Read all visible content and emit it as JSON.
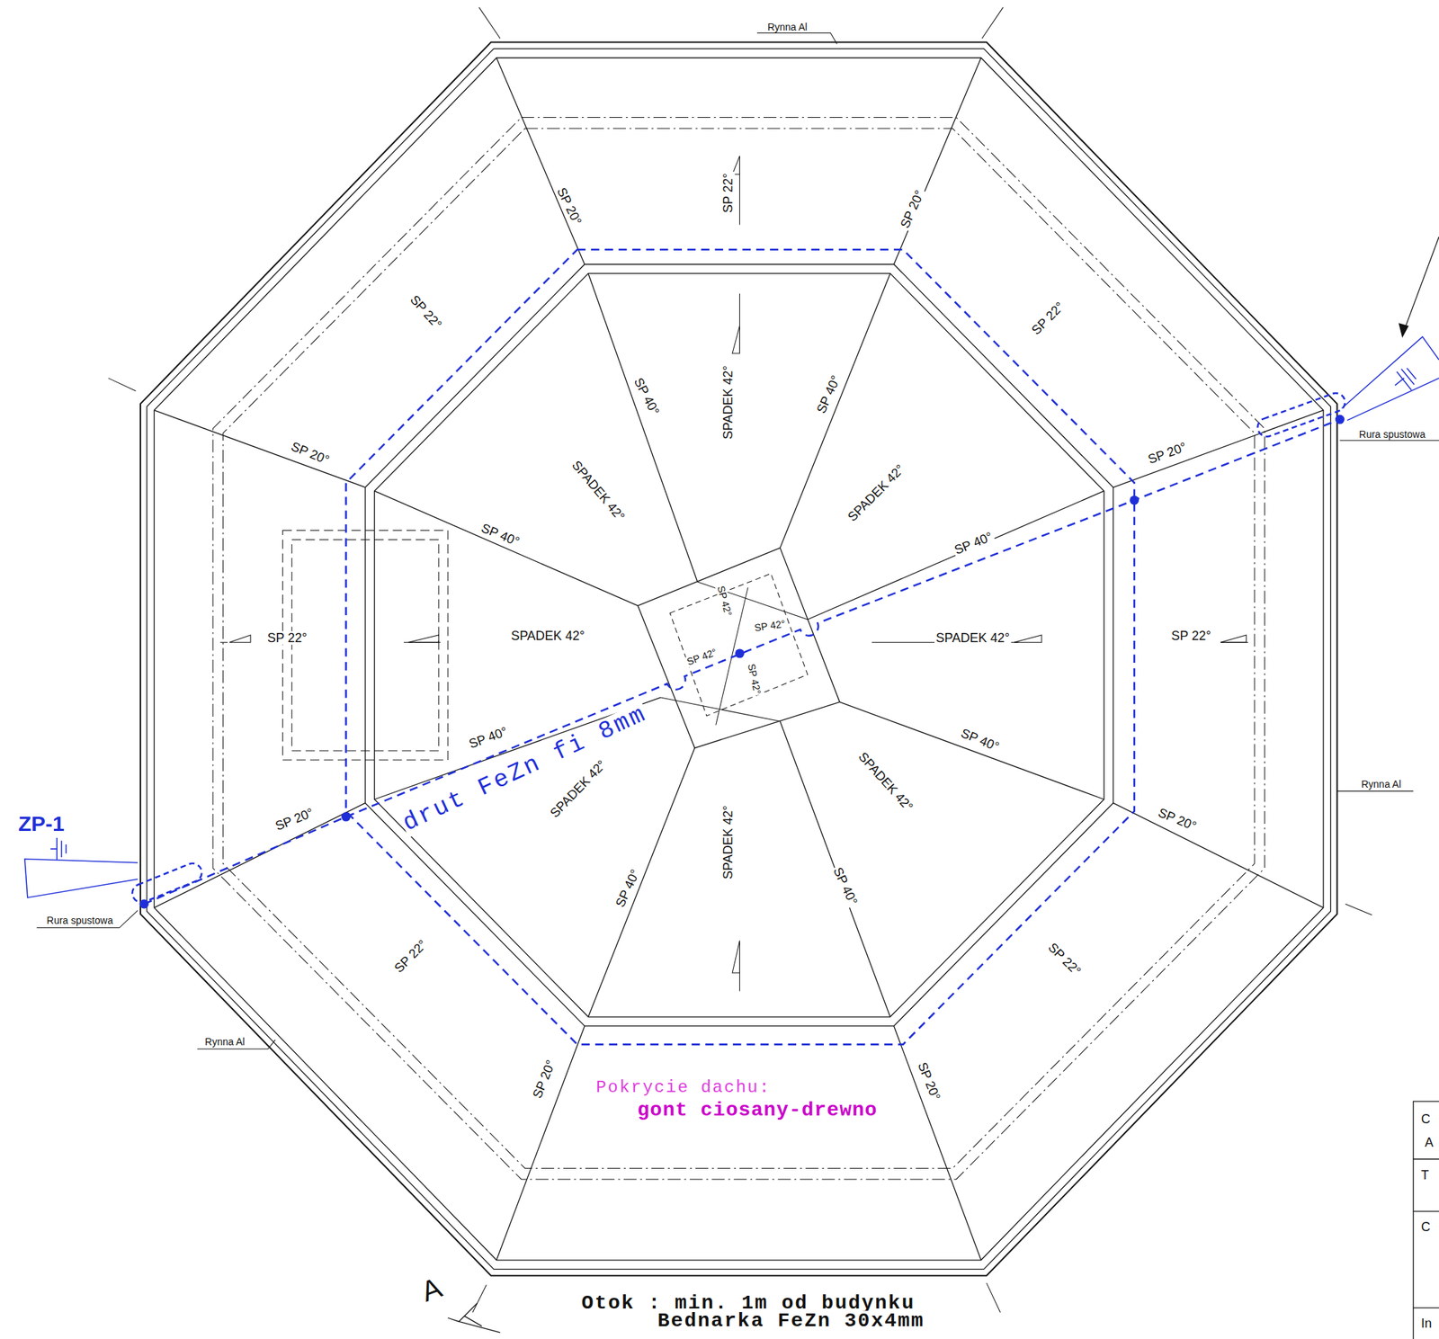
{
  "diagram": {
    "labels": [
      "Rynna Al",
      "SP 22°",
      "SP 20°",
      "SP 20°",
      "SP 22°",
      "SP 22°",
      "SP 40°",
      "SPADEK 42°",
      "SP 40°",
      "SPADEK 42°",
      "SPADEK 42°",
      "SP 20°",
      "SP 20°",
      "SP 40°",
      "SP 40°",
      "SP 22°",
      "SPADEK 42°",
      "SPADEK 42°",
      "SP 22°",
      "SP 42°",
      "SP 42°",
      "SP 42°",
      "SP 42°",
      "SP 40°",
      "drut FeZn fi 8mm",
      "SPADEK 42°",
      "SP 40°",
      "SPADEK 42°",
      "SP 20°",
      "SP 20°",
      "ZP-1",
      "Rura spustowa",
      "Rura spustowa",
      "Rynna Al",
      "SP 22°",
      "SP 22°",
      "SP 40°",
      "SPADEK 42°",
      "SP 40°",
      "Rynna Al",
      "SP 20°",
      "SP 20°",
      "Pokrycie dachu:",
      "gont ciosany-drewno",
      "A",
      "Otok : min. 1m od budynku",
      "Bednarka FeZn 30x4mm",
      "C",
      "A",
      "T",
      "C",
      "In"
    ]
  }
}
